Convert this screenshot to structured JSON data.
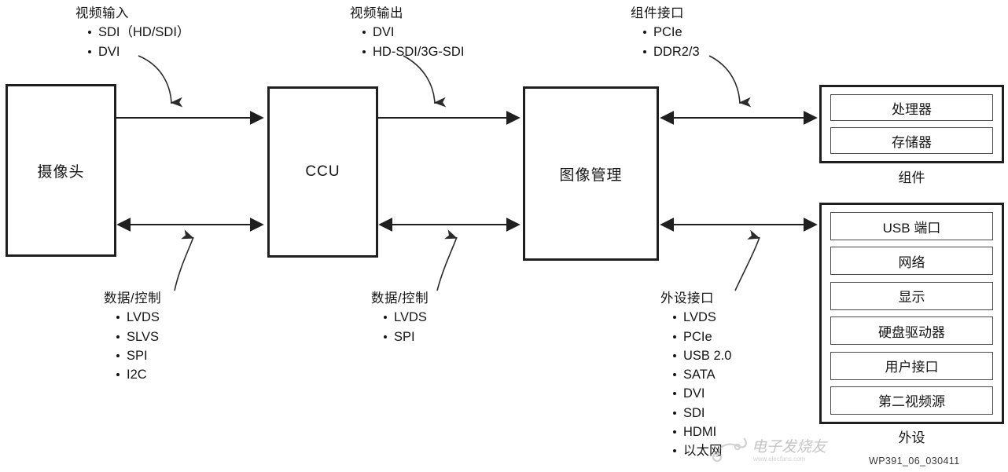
{
  "figure": {
    "id_label": "WP391_06_030411",
    "watermark_text": "电子发烧友",
    "watermark_url": "www.elecfans.com"
  },
  "blocks": [
    {
      "name": "camera",
      "label": "摄像头"
    },
    {
      "name": "ccu",
      "label": "CCU"
    },
    {
      "name": "image-management",
      "label": "图像管理"
    }
  ],
  "group_boxes": [
    {
      "name": "components",
      "caption": "组件",
      "items": [
        "处理器",
        "存储器"
      ]
    },
    {
      "name": "peripherals",
      "caption": "外设",
      "items": [
        "USB 端口",
        "网络",
        "显示",
        "硬盘驱动器",
        "用户接口",
        "第二视频源"
      ]
    }
  ],
  "callouts": [
    {
      "name": "video-input",
      "title": "视频输入",
      "items": [
        "SDI（HD/SDI）",
        "DVI"
      ]
    },
    {
      "name": "video-output",
      "title": "视频输出",
      "items": [
        "DVI",
        "HD-SDI/3G-SDI"
      ]
    },
    {
      "name": "component-interface",
      "title": "组件接口",
      "items": [
        "PCIe",
        "DDR2/3"
      ]
    },
    {
      "name": "data-control-camera",
      "title": "数据/控制",
      "items": [
        "LVDS",
        "SLVS",
        "SPI",
        "I2C"
      ]
    },
    {
      "name": "data-control-ccu",
      "title": "数据/控制",
      "items": [
        "LVDS",
        "SPI"
      ]
    },
    {
      "name": "peripheral-interface",
      "title": "外设接口",
      "items": [
        "LVDS",
        "PCIe",
        "USB 2.0",
        "SATA",
        "DVI",
        "SDI",
        "HDMI",
        "以太网"
      ]
    }
  ],
  "connections": [
    {
      "name": "camera-to-ccu-top",
      "type": "single-arrow-right"
    },
    {
      "name": "camera-ccu-bottom",
      "type": "double-arrow"
    },
    {
      "name": "ccu-to-image-top",
      "type": "single-arrow-right"
    },
    {
      "name": "ccu-image-bottom",
      "type": "double-arrow"
    },
    {
      "name": "image-to-components",
      "type": "double-arrow"
    },
    {
      "name": "image-to-peripherals",
      "type": "double-arrow"
    }
  ],
  "colors": {
    "line": "#1f1f1f",
    "inner_border": "#4a4a4a",
    "text": "#151515",
    "background": "#ffffff"
  }
}
